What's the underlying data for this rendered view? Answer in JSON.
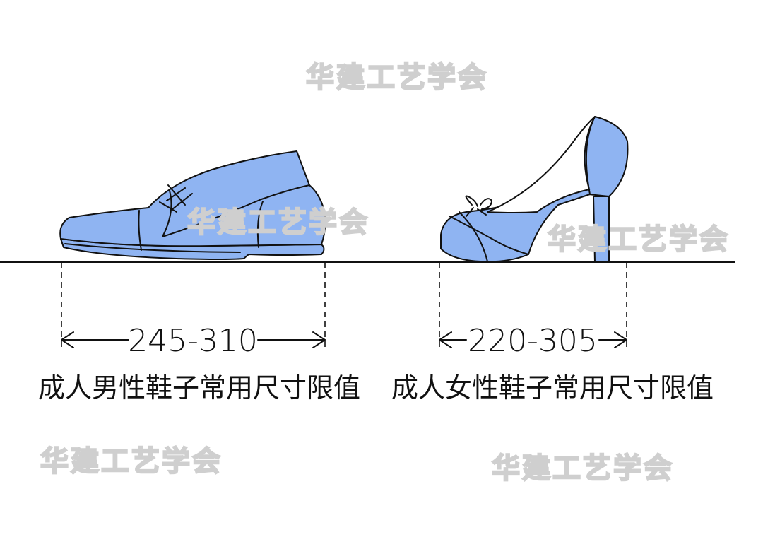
{
  "colors": {
    "shoe_fill": "#8fb4f2",
    "line": "#111111",
    "watermark_stroke": "#cfcfcf"
  },
  "watermark": {
    "text": "华建工艺学会"
  },
  "men": {
    "dimension": "245-310",
    "caption": "成人男性鞋子常用尺寸限值"
  },
  "women": {
    "dimension": "220-305",
    "caption": "成人女性鞋子常用尺寸限值"
  }
}
